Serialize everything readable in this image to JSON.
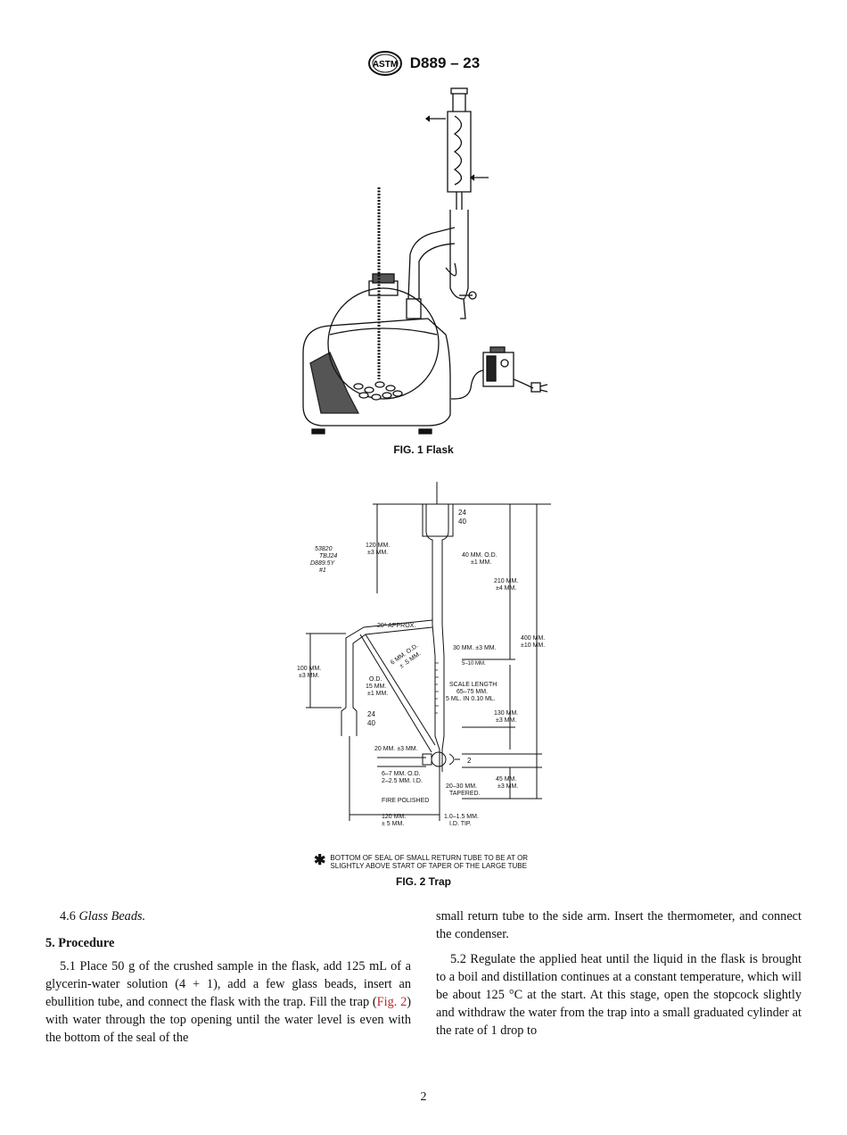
{
  "header": {
    "designation": "D889 – 23",
    "logo_text": "ASTM"
  },
  "fig1": {
    "caption": "FIG. 1 Flask"
  },
  "fig2": {
    "caption": "FIG. 2 Trap",
    "labels": {
      "code1": "53820",
      "code2": "TBJ24",
      "code3": "D889.5Y",
      "code4": "#1",
      "dim_120_a": "120 MM.",
      "dim_120_b": "±3 MM.",
      "od40_a": "40 MM. O.D.",
      "od40_b": "±1 MM.",
      "dim210_a": "210 MM.",
      "dim210_b": "±4 MM.",
      "dim400_a": "400 MM.",
      "dim400_b": "±10 MM.",
      "angle": "20° APPROX.",
      "od6_a": "6 MM. O.D.",
      "od6_b": "± .5 MM.",
      "dim30": "30 MM. ±3 MM.",
      "dim510": "5–10 MM.",
      "dim100_a": "100 MM.",
      "dim100_b": "±3 MM.",
      "od15_a": "O.D.",
      "od15_b": "15 MM.",
      "od15_c": "±1 MM.",
      "scale_a": "SCALE LENGTH",
      "scale_b": "65–75 MM.",
      "scale_c": "5 ML. IN 0.10 ML.",
      "dim130_a": "130 MM.",
      "dim130_b": "±3 MM.",
      "joint_top_a": "24",
      "joint_top_b": "40",
      "joint_side_a": "24",
      "joint_side_b": "40",
      "stop": "2",
      "dim20": "20 MM. ±3 MM.",
      "od67_a": "6–7 MM. O.D.",
      "od67_b": "2–2.5 MM. I.D.",
      "taper_a": "20–30 MM.",
      "taper_b": "TAPERED.",
      "dim45_a": "45 MM.",
      "dim45_b": "±3 MM.",
      "fire": "FIRE POLISHED",
      "dim120b_a": "120 MM.",
      "dim120b_b": "± 5 MM.",
      "tip_a": "1.0–1.5 MM.",
      "tip_b": "I.D. TIP."
    },
    "note_line1": "BOTTOM OF SEAL OF SMALL RETURN TUBE TO BE AT OR",
    "note_line2": "SLIGHTLY ABOVE START OF TAPER OF THE LARGE TUBE"
  },
  "body": {
    "s46_num": "4.6",
    "s46_title": "Glass Beads.",
    "s5_heading": "5. Procedure",
    "p51_a": "5.1 Place 50 g of the crushed sample in the flask, add 125 mL of a glycerin-water solution (4 + 1), add a few glass beads, insert an ebullition tube, and connect the flask with the trap. Fill the trap (",
    "p51_link": "Fig. 2",
    "p51_b": ") with water through the top opening until the water level is even with the bottom of the seal of the",
    "p51_cont": "small return tube to the side arm. Insert the thermometer, and connect the condenser.",
    "p52": "5.2 Regulate the applied heat until the liquid in the flask is brought to a boil and distillation continues at a constant temperature, which will be about 125 °C at the start. At this stage, open the stopcock slightly and withdraw the water from the trap into a small graduated cylinder at the rate of 1 drop to"
  },
  "page_number": "2"
}
